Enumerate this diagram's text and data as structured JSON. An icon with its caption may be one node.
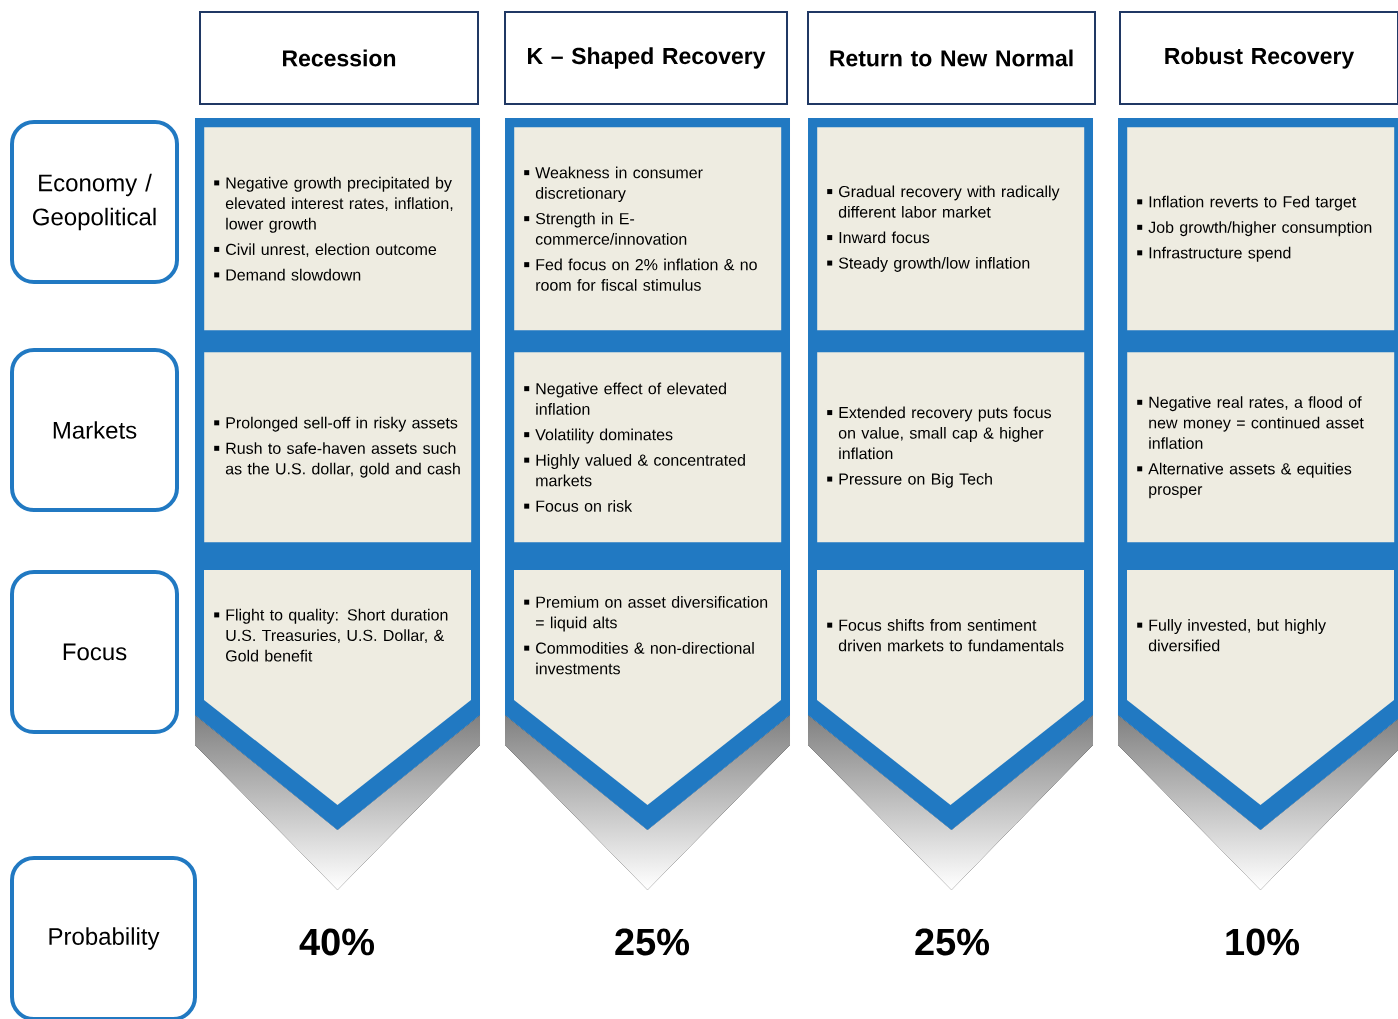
{
  "diagram": {
    "nodes": [
      {
        "text": [
          "Recession"
        ]
      },
      {
        "text": [
          "K – Shaped Recovery"
        ]
      },
      {
        "text": [
          "Return to New Normal"
        ]
      },
      {
        "text": [
          "Robust Recovery"
        ]
      },
      {
        "text": [
          "Economy / Geopolitical"
        ]
      },
      {
        "text": [
          "Markets"
        ]
      },
      {
        "text": [
          "Focus"
        ]
      },
      {
        "text": [
          "Probability"
        ]
      },
      {
        "text": [],
        "shape": "chevron"
      },
      {
        "text": [],
        "shape": "chevron"
      },
      {
        "text": [],
        "shape": "chevron"
      },
      {
        "text": [],
        "shape": "chevron"
      },
      {
        "text": [
          "Negative growth precipitated by elevated interest rates, inflation, lower growth",
          "Civil unrest, election outcome",
          "Demand slowdown"
        ],
        "in": 8
      },
      {
        "text": [
          "Prolonged sell-off in risky assets",
          "Rush to safe-haven assets such as the U.S. dollar, gold and cash"
        ],
        "in": 8
      },
      {
        "text": [
          "Flight to quality: Short duration U.S. Treasuries, U.S. Dollar, & Gold benefit"
        ],
        "in": 8
      },
      {
        "text": [
          "Weakness in consumer discretionary",
          "Strength in E-commerce/innovation",
          "Fed focus on 2% inflation & no room for fiscal stimulus"
        ],
        "in": 9
      },
      {
        "text": [
          "Negative effect of elevated inflation",
          "Volatility dominates",
          "Highly valued & concentrated markets",
          "Focus on risk"
        ],
        "in": 9
      },
      {
        "text": [
          "Premium on asset diversification = liquid alts",
          "Commodities & non-directional investments"
        ],
        "in": 9
      },
      {
        "text": [
          "Gradual recovery with radically different labor market",
          "Inward focus",
          "Steady growth/low inflation"
        ],
        "in": 10
      },
      {
        "text": [
          "Extended recovery puts focus on value, small cap & higher inflation",
          "Pressure on Big Tech"
        ],
        "in": 10
      },
      {
        "text": [
          "Focus shifts from sentiment driven markets to fundamentals"
        ],
        "in": 10
      },
      {
        "text": [
          "Inflation reverts to Fed target",
          "Job growth/higher consumption",
          "Infrastructure spend"
        ],
        "in": 11
      },
      {
        "text": [
          "Negative real rates, a flood of new money = continued asset inflation",
          "Alternative assets & equities prosper"
        ],
        "in": 11
      },
      {
        "text": [
          "Fully invested, but highly diversified"
        ],
        "in": 11
      }
    ],
    "labels": [
      "40%",
      "25%",
      "25%",
      "10%"
    ]
  }
}
